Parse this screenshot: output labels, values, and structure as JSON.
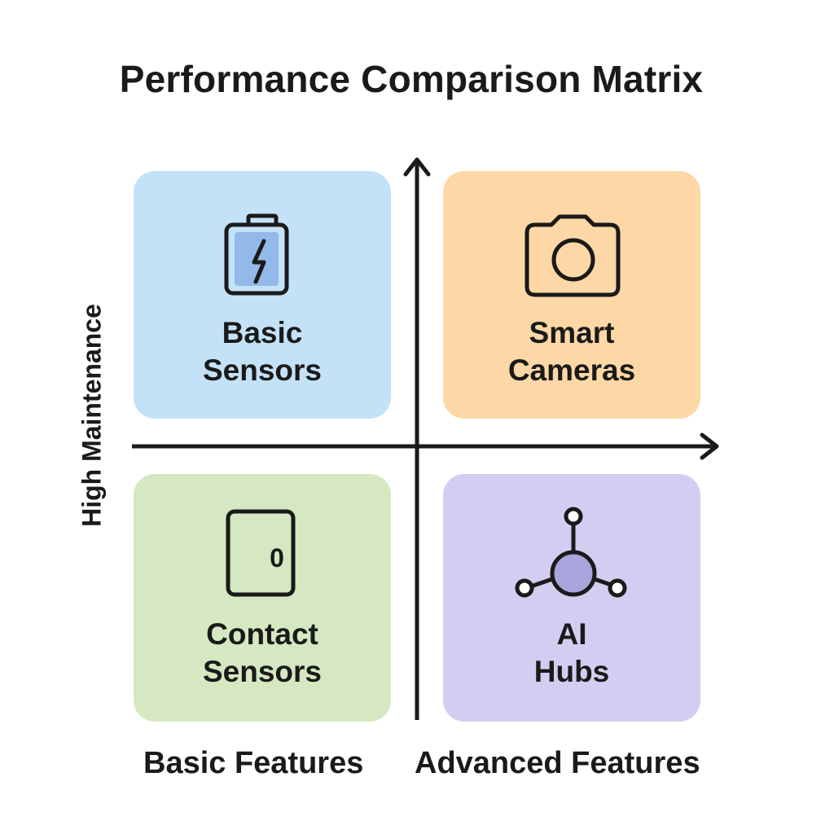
{
  "title": "Performance Comparison Matrix",
  "axes": {
    "y_label": "High Maintenance",
    "x_label_left": "Basic Features",
    "x_label_right": "Advanced Features"
  },
  "quadrants": {
    "top_left": {
      "line1": "Basic",
      "line2": "Sensors",
      "icon": "battery-icon",
      "color": "#c4e2f7"
    },
    "top_right": {
      "line1": "Smart",
      "line2": "Cameras",
      "icon": "camera-icon",
      "color": "#fdd8a6"
    },
    "bottom_left": {
      "line1": "Contact",
      "line2": "Sensors",
      "icon": "door-icon",
      "color": "#d5e8c1"
    },
    "bottom_right": {
      "line1": "AI",
      "line2": "Hubs",
      "icon": "network-hub-icon",
      "color": "#d5cdf1"
    }
  },
  "colors": {
    "axis": "#1a1a1a",
    "icon_stroke": "#1a1a1a",
    "battery_fill": "#93b8ea",
    "hub_fill": "#a8a6dd"
  },
  "door_glyph": "0"
}
